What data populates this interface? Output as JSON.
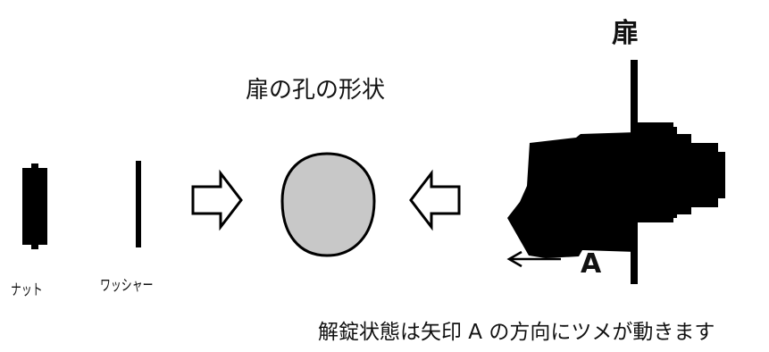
{
  "labels": {
    "door": "扉",
    "hole_shape": "扉の孔の形状",
    "nut": "ナット",
    "washer": "ワッシャー",
    "direction": "A",
    "caption": "解錠状態は矢印 A の方向にツメが動きます"
  },
  "colors": {
    "ink": "#000000",
    "hole_fill": "#c8c8c8"
  },
  "icons": {
    "right_arrow": "hollow-right-arrow-icon",
    "left_arrow": "hollow-left-arrow-icon",
    "direction_arrow": "thin-left-arrow-icon"
  }
}
